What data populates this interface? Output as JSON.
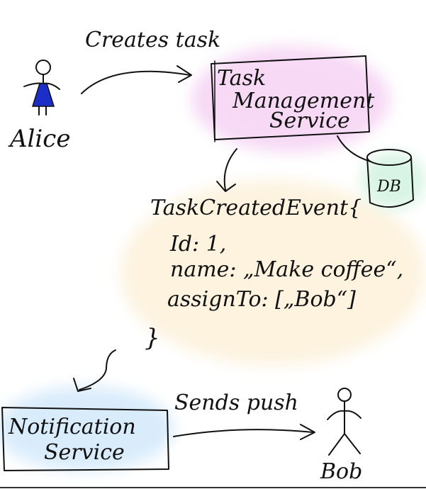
{
  "labels": {
    "alice": "Alice",
    "bob": "Bob",
    "creates_task": "Creates task",
    "sends_push": "Sends push",
    "task_service": [
      "Task",
      "Management",
      "Service"
    ],
    "db": "DB",
    "notification_service": [
      "Notification",
      "Service"
    ]
  },
  "event": {
    "header": "TaskCreatedEvent{",
    "lines": [
      "Id: 1,",
      "name: „Make coffee“,",
      "assignTo: [„Bob“]"
    ],
    "footer": "}"
  },
  "colors": {
    "ink": "#111111",
    "task_service_bg": "#f7d9f5",
    "event_bg": "#fdf3df",
    "db_bg": "#d8f4e4",
    "notification_bg": "#d9ecfb",
    "alice_dress": "#1b2fc8"
  },
  "icons": {
    "alice": "stick-figure-female-icon",
    "bob": "stick-figure-male-icon",
    "db": "database-cylinder-icon"
  }
}
